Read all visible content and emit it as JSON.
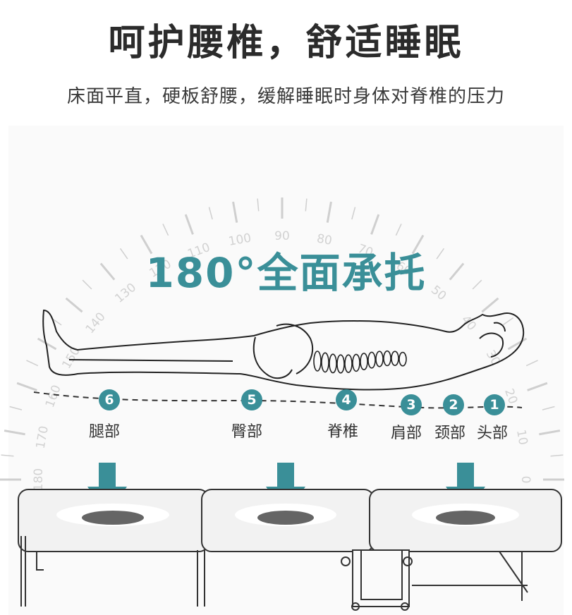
{
  "heading": "呵护腰椎，舒适睡眠",
  "subheading": "床面平直，硬板舒腰，缓解睡眠时身体对脊椎的压力",
  "headline": "180°全面承托",
  "dial": {
    "ticks": [
      "0",
      "10",
      "20",
      "30",
      "40",
      "50",
      "60",
      "70",
      "80",
      "90",
      "100",
      "110",
      "120",
      "130",
      "140",
      "150",
      "160",
      "170",
      "180"
    ]
  },
  "body_parts": [
    {
      "number": "6",
      "label": "腿部"
    },
    {
      "number": "5",
      "label": "臀部"
    },
    {
      "number": "4",
      "label": "脊椎"
    },
    {
      "number": "3",
      "label": "肩部"
    },
    {
      "number": "2",
      "label": "颈部"
    },
    {
      "number": "1",
      "label": "头部"
    }
  ],
  "colors": {
    "accent": "#3a8f98",
    "text": "#2b2b2b"
  }
}
